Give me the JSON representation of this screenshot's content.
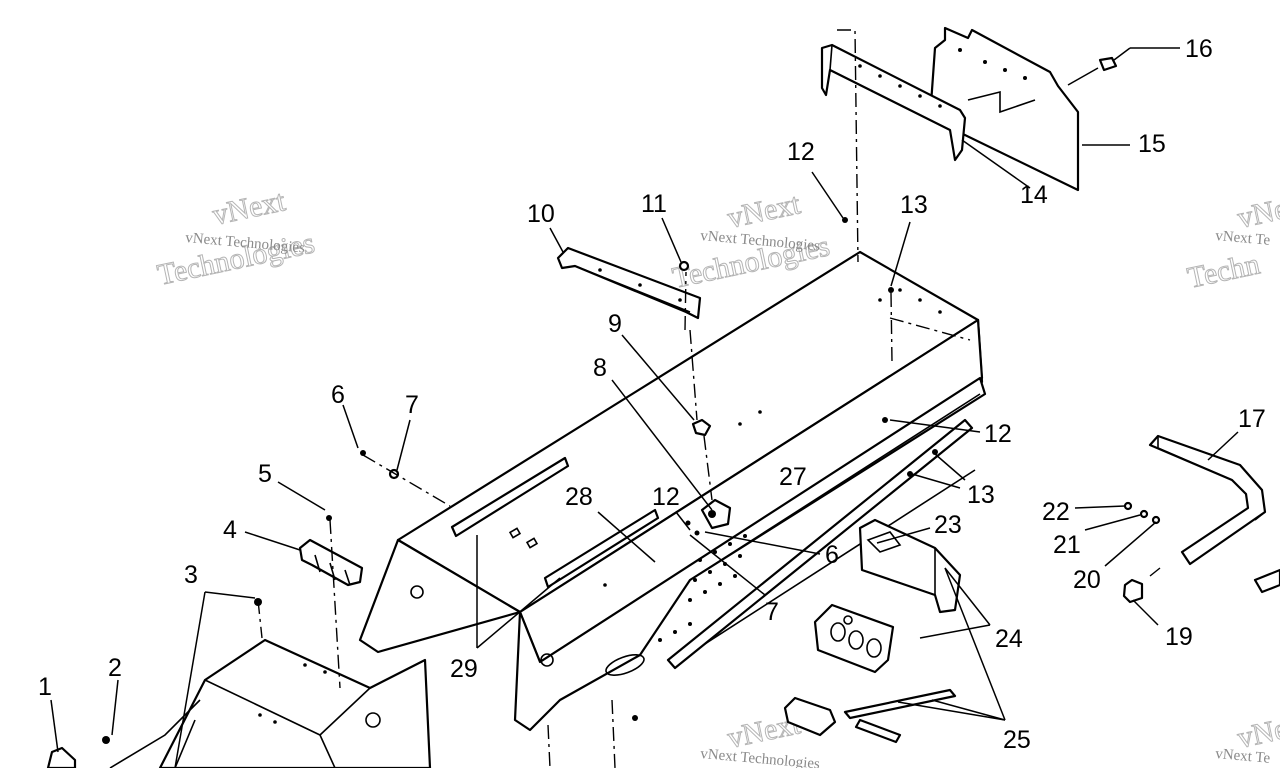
{
  "diagram": {
    "callouts": [
      {
        "id": "c1",
        "text": "1"
      },
      {
        "id": "c2",
        "text": "2"
      },
      {
        "id": "c3",
        "text": "3"
      },
      {
        "id": "c4",
        "text": "4"
      },
      {
        "id": "c5",
        "text": "5"
      },
      {
        "id": "c6a",
        "text": "6"
      },
      {
        "id": "c7a",
        "text": "7"
      },
      {
        "id": "c8",
        "text": "8"
      },
      {
        "id": "c9",
        "text": "9"
      },
      {
        "id": "c10",
        "text": "10"
      },
      {
        "id": "c11",
        "text": "11"
      },
      {
        "id": "c12a",
        "text": "12"
      },
      {
        "id": "c13a",
        "text": "13"
      },
      {
        "id": "c14",
        "text": "14"
      },
      {
        "id": "c15",
        "text": "15"
      },
      {
        "id": "c16",
        "text": "16"
      },
      {
        "id": "c12b",
        "text": "12"
      },
      {
        "id": "c27",
        "text": "27"
      },
      {
        "id": "c13b",
        "text": "13"
      },
      {
        "id": "c28",
        "text": "28"
      },
      {
        "id": "c12c",
        "text": "12"
      },
      {
        "id": "c6b",
        "text": "6"
      },
      {
        "id": "c7b",
        "text": "7"
      },
      {
        "id": "c23",
        "text": "23"
      },
      {
        "id": "c24",
        "text": "24"
      },
      {
        "id": "c25",
        "text": "25"
      },
      {
        "id": "c29",
        "text": "29"
      },
      {
        "id": "c17",
        "text": "17"
      },
      {
        "id": "c22",
        "text": "22"
      },
      {
        "id": "c21",
        "text": "21"
      },
      {
        "id": "c20",
        "text": "20"
      },
      {
        "id": "c19",
        "text": "19"
      }
    ],
    "watermark": {
      "small": "vNext Technologies",
      "large_line1": "vNext",
      "large_line2": "Technologies",
      "partial_small": "vNext Te",
      "partial_large": "Techn"
    }
  }
}
